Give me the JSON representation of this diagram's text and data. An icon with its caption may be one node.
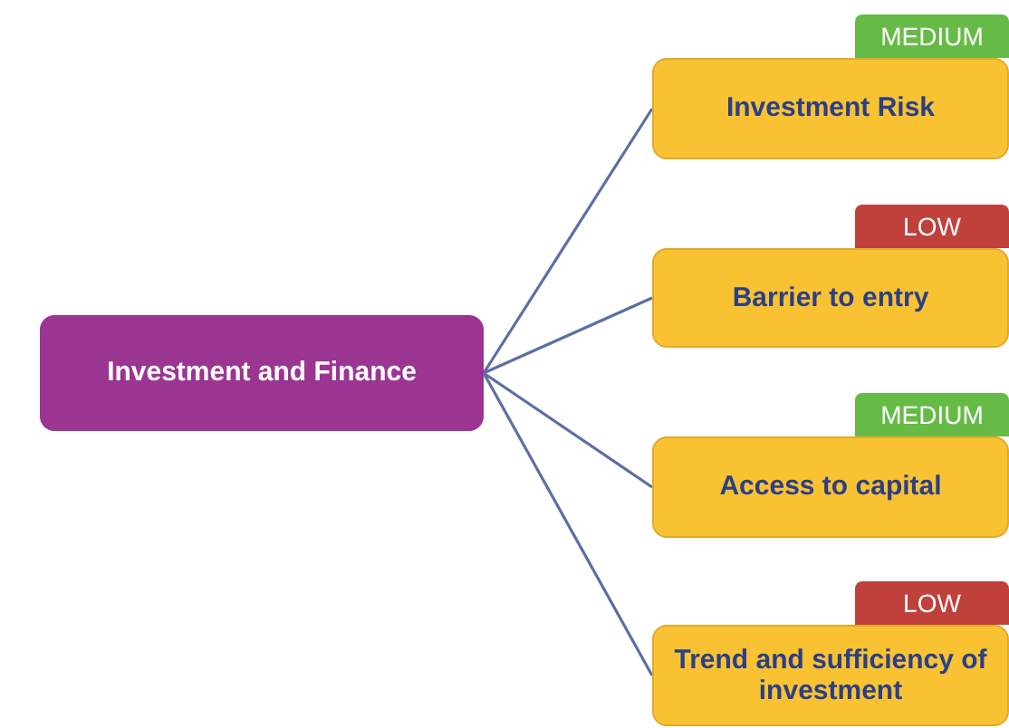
{
  "diagram": {
    "nodes": [
      {
        "text": [
          "Investment and Finance"
        ]
      },
      {
        "text": [
          "MEDIUM"
        ]
      },
      {
        "text": [
          "Investment Risk"
        ]
      },
      {
        "text": [
          "LOW"
        ]
      },
      {
        "text": [
          "Barrier to entry"
        ]
      },
      {
        "text": [
          "MEDIUM"
        ]
      },
      {
        "text": [
          "Access to capital"
        ]
      },
      {
        "text": [
          "LOW"
        ]
      },
      {
        "text": [
          "Trend and sufficiency of investment"
        ]
      }
    ],
    "edges": [
      {
        "from": 0,
        "to": 2,
        "arrow": "none"
      },
      {
        "from": 0,
        "to": 4,
        "arrow": "none"
      },
      {
        "from": 0,
        "to": 6,
        "arrow": "none"
      },
      {
        "from": 0,
        "to": 8,
        "arrow": "none"
      }
    ]
  }
}
